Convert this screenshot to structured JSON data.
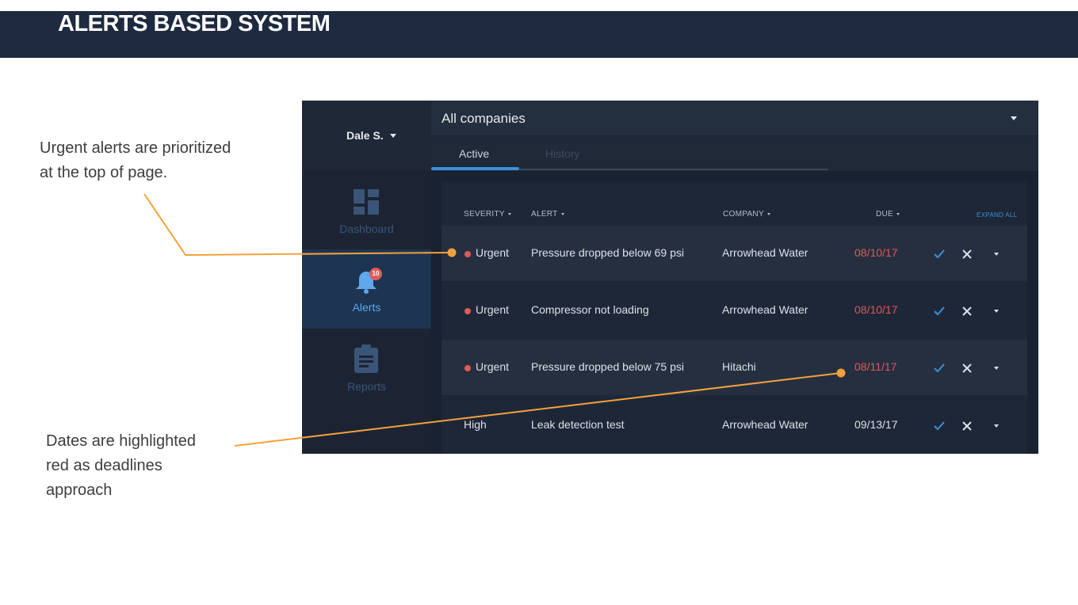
{
  "slide": {
    "title": "ALERTS BASED SYSTEM",
    "annotation_1": [
      "Urgent alerts are prioritized",
      "at the top of page."
    ],
    "annotation_2": [
      "Dates are highlighted",
      "red as deadlines",
      "approach"
    ],
    "accent_color": "#f5a13b",
    "header_color": "#1e2a3f"
  },
  "app": {
    "user": "Dale S.",
    "nav": [
      {
        "label": "Dashboard",
        "icon": "dashboard-icon",
        "active": false
      },
      {
        "label": "Alerts",
        "icon": "bell-icon",
        "active": true,
        "badge": "10"
      },
      {
        "label": "Reports",
        "icon": "clipboard-icon",
        "active": false
      }
    ],
    "company_select": "All companies",
    "tabs": {
      "active": "Active",
      "history": "History"
    },
    "table": {
      "headers": {
        "severity": "SEVERITY",
        "alert": "ALERT",
        "company": "COMPANY",
        "due": "DUE",
        "expand_all": "EXPAND ALL"
      },
      "rows": [
        {
          "severity": "Urgent",
          "alert": "Pressure dropped below 69 psi",
          "company": "Arrowhead Water",
          "due": "08/10/17",
          "due_overdue": true
        },
        {
          "severity": "Urgent",
          "alert": "Compressor not loading",
          "company": "Arrowhead Water",
          "due": "08/10/17",
          "due_overdue": true
        },
        {
          "severity": "Urgent",
          "alert": "Pressure dropped below 75 psi",
          "company": "Hitachi",
          "due": "08/11/17",
          "due_overdue": true
        },
        {
          "severity": "High",
          "alert": "Leak detection test",
          "company": "Arrowhead Water",
          "due": "09/13/17",
          "due_overdue": false
        }
      ]
    },
    "colors": {
      "urgent": "#e05a5a",
      "accent_blue": "#3d8fd8",
      "due_red": "#e1565c"
    }
  }
}
